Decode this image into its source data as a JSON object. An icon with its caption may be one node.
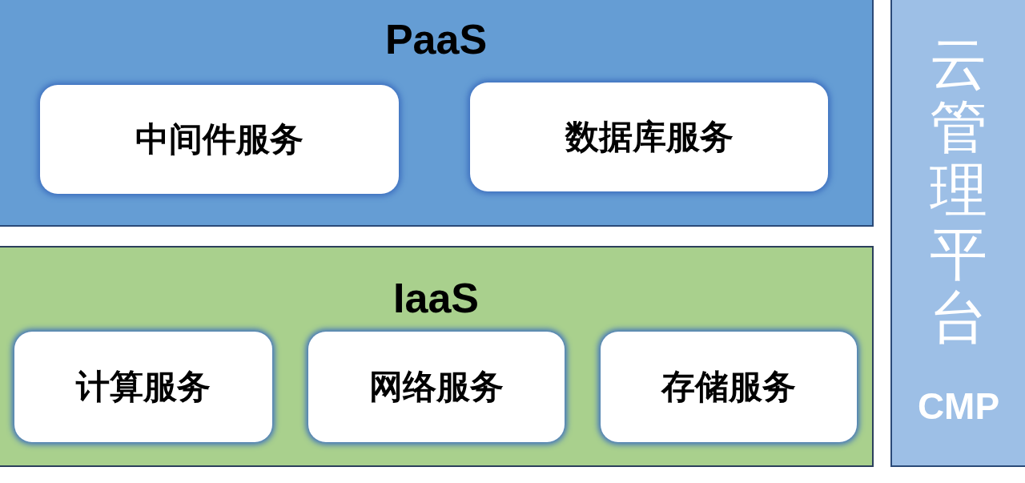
{
  "diagram": {
    "nodes": [
      {
        "text": [
          "PaaS"
        ]
      },
      {
        "text": [
          "中间件服务"
        ],
        "in": 0
      },
      {
        "text": [
          "数据库服务"
        ],
        "in": 0
      },
      {
        "text": [
          "IaaS"
        ]
      },
      {
        "text": [
          "计算服务"
        ],
        "in": 3
      },
      {
        "text": [
          "网络服务"
        ],
        "in": 3
      },
      {
        "text": [
          "存储服务"
        ],
        "in": 3
      },
      {
        "text": [
          "云管理平台",
          "CMP"
        ]
      }
    ]
  }
}
